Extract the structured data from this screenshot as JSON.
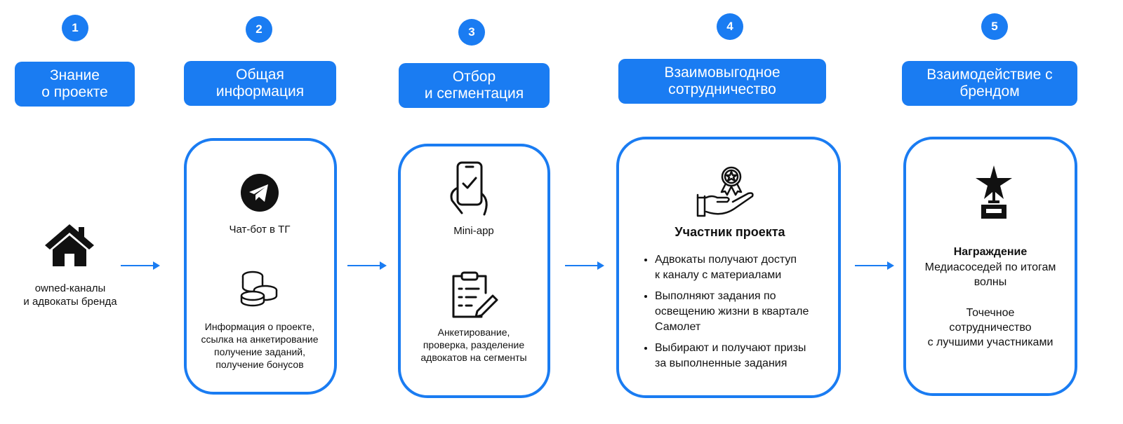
{
  "steps": [
    {
      "number": "1",
      "title": "Знание\nо проекте",
      "text": "owned-каналы\nи адвокаты бренда"
    },
    {
      "number": "2",
      "title": "Общая\nинформация",
      "item1": "Чат-бот в ТГ",
      "item2": "Информация о проекте,\nссылка на анкетирование\nполучение заданий,\nполучение бонусов"
    },
    {
      "number": "3",
      "title": "Отбор\nи сегментация",
      "item1": "Mini-app",
      "item2": "Анкетирование,\nпроверка, разделение\nадвокатов на сегменты"
    },
    {
      "number": "4",
      "title": "Взаимовыгодное\nсотрудничество",
      "heading": "Участник проекта",
      "bullets": [
        "Адвокаты  получают доступ\nк каналу с материалами",
        "Выполняют задания по\nосвещению жизни в квартале\nСамолет",
        "Выбирают и получают призы\nза выполненные задания"
      ]
    },
    {
      "number": "5",
      "title": "Взаимодействие с\nбрендом",
      "heading": "Награждение",
      "text1": "Медиасоседей по итогам\nволны",
      "text2": "Точечное\nсотрудничество\nс лучшими участниками"
    }
  ],
  "colors": {
    "accent": "#1a7cf2"
  }
}
